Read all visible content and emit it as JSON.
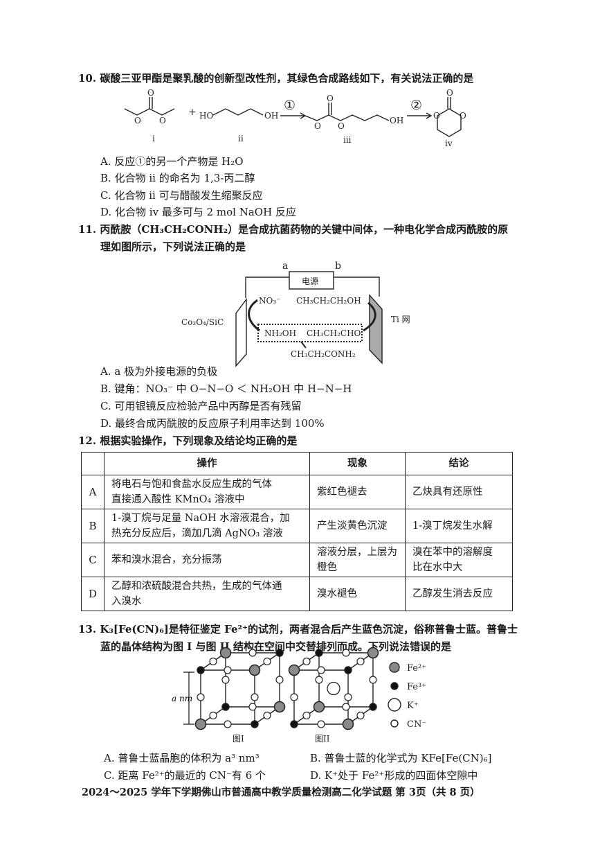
{
  "q10": {
    "stem": "10. 碳酸三亚甲酯是聚乳酸的创新型改性剂，其绿色合成路线如下，有关说法正确的是",
    "labels": {
      "i": "i",
      "ii": "ii",
      "iii": "iii",
      "iv": "iv",
      "step1": "①",
      "step2": "②",
      "plus": "+",
      "ho": "HO",
      "oh": "OH",
      "o": "O"
    },
    "options": [
      "A. 反应①的另一个产物是 H₂O",
      "B. 化合物 ii 的命名为 1,3-丙二醇",
      "C. 化合物 ii 可与醋酸发生缩聚反应",
      "D. 化合物 iv 最多可与 2 mol NaOH 反应"
    ]
  },
  "q11": {
    "stem_line1": "11. 丙酰胺（CH₃CH₂CONH₂）是合成抗菌药物的关键中间体，一种电化学合成丙酰胺的原",
    "stem_line2": "理如图所示，下列说法正确的是",
    "diagram": {
      "a": "a",
      "b": "b",
      "power": "电源",
      "left_electrode": "Co₃O₄/SiC",
      "right_electrode": "Ti 网",
      "no3": "NO₃⁻",
      "propanol": "CH₃CH₂CH₂OH",
      "nh2oh": "NH₂OH",
      "propanal": "CH₃CH₂CHO",
      "product": "CH₃CH₂CONH₂"
    },
    "options": [
      "A. a 极为外接电源的负极",
      "B. 键角：NO₃⁻ 中 O−N−O ＜ NH₂OH 中 H−N−H",
      "C. 可用银镜反应检验产品中丙醇是否有残留",
      "D. 最终合成丙酰胺的反应原子利用率达到 100%"
    ]
  },
  "q12": {
    "stem": "12. 根据实验操作，下列现象及结论均正确的是",
    "headers": [
      "",
      "操作",
      "现象",
      "结论"
    ],
    "rows": [
      {
        "key": "A",
        "op": [
          "将电石与饱和食盐水反应生成的气体",
          "直接通入酸性 KMnO₄ 溶液中"
        ],
        "phen": [
          "紫红色褪去"
        ],
        "concl": [
          "乙炔具有还原性"
        ]
      },
      {
        "key": "B",
        "op": [
          "1-溴丁烷与足量 NaOH 水溶液混合，加",
          "热充分反应后，滴加几滴 AgNO₃ 溶液"
        ],
        "phen": [
          "产生淡黄色沉淀"
        ],
        "concl": [
          "1-溴丁烷发生水解"
        ]
      },
      {
        "key": "C",
        "op": [
          "苯和溴水混合，充分振荡"
        ],
        "phen": [
          "溶液分层，上层为",
          "橙色"
        ],
        "concl": [
          "溴在苯中的溶解度",
          "比在水中大"
        ]
      },
      {
        "key": "D",
        "op": [
          "乙醇和浓硫酸混合共热，生成的气体通",
          "入溴水"
        ],
        "phen": [
          "溴水褪色"
        ],
        "concl": [
          "乙醇发生消去反应"
        ]
      }
    ]
  },
  "q13": {
    "stem_line1": "13. K₃[Fe(CN)₆]是特征鉴定 Fe²⁺的试剂，两者混合后产生蓝色沉淀，俗称普鲁士蓝。普鲁士",
    "stem_line2": "蓝的晶体结构为图 I 与图 II 结构在空间中交替排列而成。下列说法错误的是",
    "figure": {
      "edge_label": "a nm",
      "fig1": "图I",
      "fig2": "图II",
      "legend": [
        {
          "label": "Fe²⁺",
          "color": "#8a8a8a"
        },
        {
          "label": "Fe³⁺",
          "color": "#111111"
        },
        {
          "label": "K⁺",
          "color": "#ffffff"
        },
        {
          "label": "CN⁻",
          "color": "#ffffff"
        }
      ]
    },
    "options": [
      "A. 普鲁士蓝晶胞的体积为 a³ nm³",
      "B. 普鲁士蓝的化学式为 KFe[Fe(CN)₆]",
      "C. 距离 Fe²⁺的最近的 CN⁻有 6 个",
      "D. K⁺处于 Fe²⁺形成的四面体空隙中"
    ]
  },
  "footer": "2024～2025 学年下学期佛山市普通高中教学质量检测高二化学试题  第 3页（共 8 页）"
}
